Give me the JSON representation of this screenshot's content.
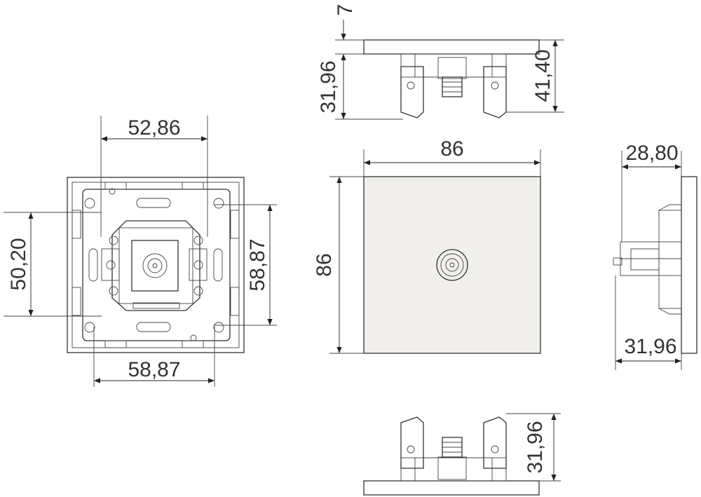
{
  "dimensions": {
    "front_top_width": "52,86",
    "front_left_height": "50,20",
    "front_right_height": "58,87",
    "front_bottom_width": "58,87",
    "face_width": "86",
    "face_height": "86",
    "top_plate_thickness": "7",
    "top_depth": "31,96",
    "top_total_depth": "41,40",
    "side_top_depth": "28,80",
    "side_bottom_depth": "31,96",
    "bottom_depth": "31,96"
  },
  "colors": {
    "line": "#333333",
    "face_fill": "#f1efec",
    "background": "#ffffff"
  }
}
